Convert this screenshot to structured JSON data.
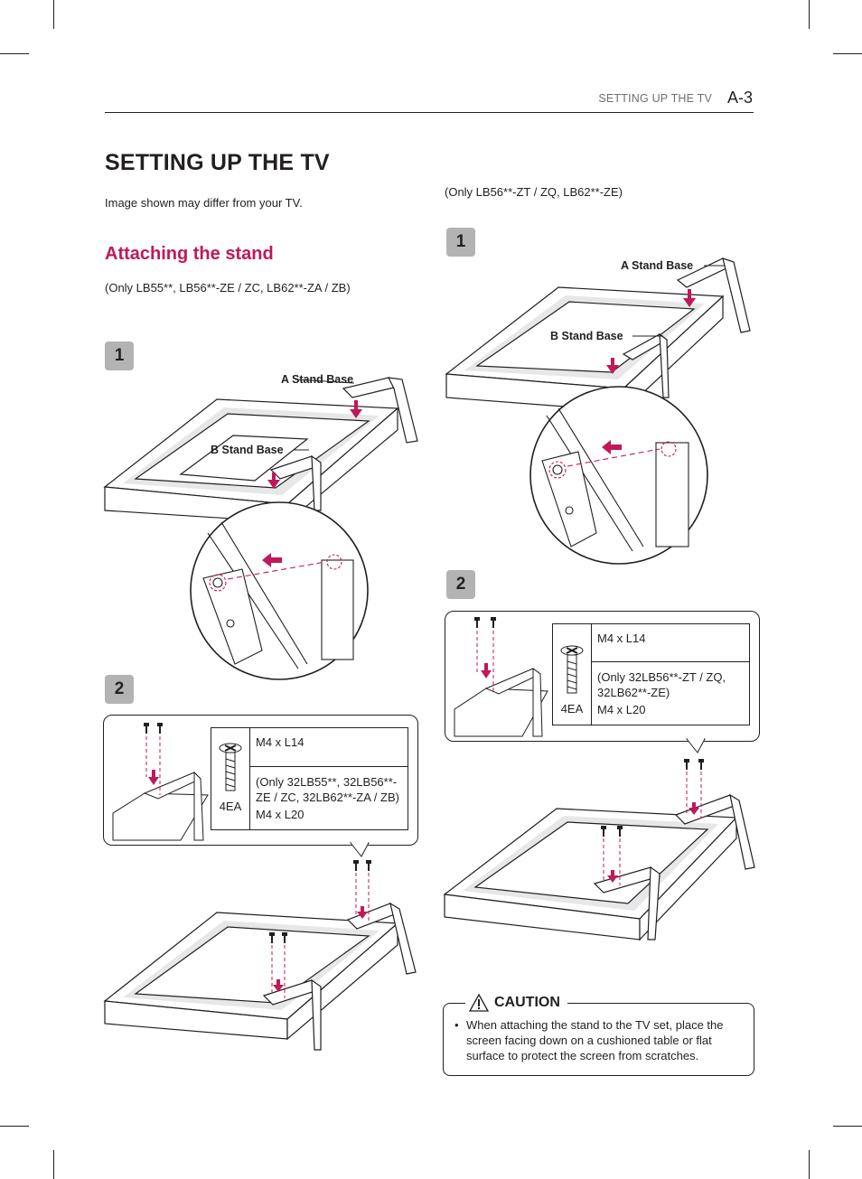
{
  "header": {
    "section": "SETTING UP THE TV",
    "page": "A-3"
  },
  "title": "SETTING UP THE TV",
  "disclaimer": "Image shown may differ from your TV.",
  "section_title": "Attaching the stand",
  "left": {
    "models": "(Only LB55**, LB56**-ZE / ZC, LB62**-ZA / ZB)",
    "step1": "1",
    "step2": "2",
    "a_label": "A Stand Base",
    "b_label": "B Stand Base",
    "screw_qty": "4EA",
    "screw_size1": "M4 x L14",
    "screw_note": "(Only 32LB55**, 32LB56**-ZE / ZC, 32LB62**-ZA / ZB)",
    "screw_size2": "M4 x L20"
  },
  "right": {
    "models": "(Only LB56**-ZT / ZQ, LB62**-ZE)",
    "step1": "1",
    "step2": "2",
    "a_label": "A Stand Base",
    "b_label": "B Stand Base",
    "screw_qty": "4EA",
    "screw_size1": "M4 x L14",
    "screw_note": "(Only 32LB56**-ZT / ZQ, 32LB62**-ZE)",
    "screw_size2": "M4 x L20"
  },
  "caution": {
    "title": "CAUTION",
    "bullet": "•",
    "text": "When attaching the stand to the TV set, place the screen facing down on a cushioned table or flat surface to protect the screen from scratches."
  },
  "colors": {
    "accent": "#c0185a",
    "step_badge": "#b3b3b3",
    "text": "#231f20"
  }
}
